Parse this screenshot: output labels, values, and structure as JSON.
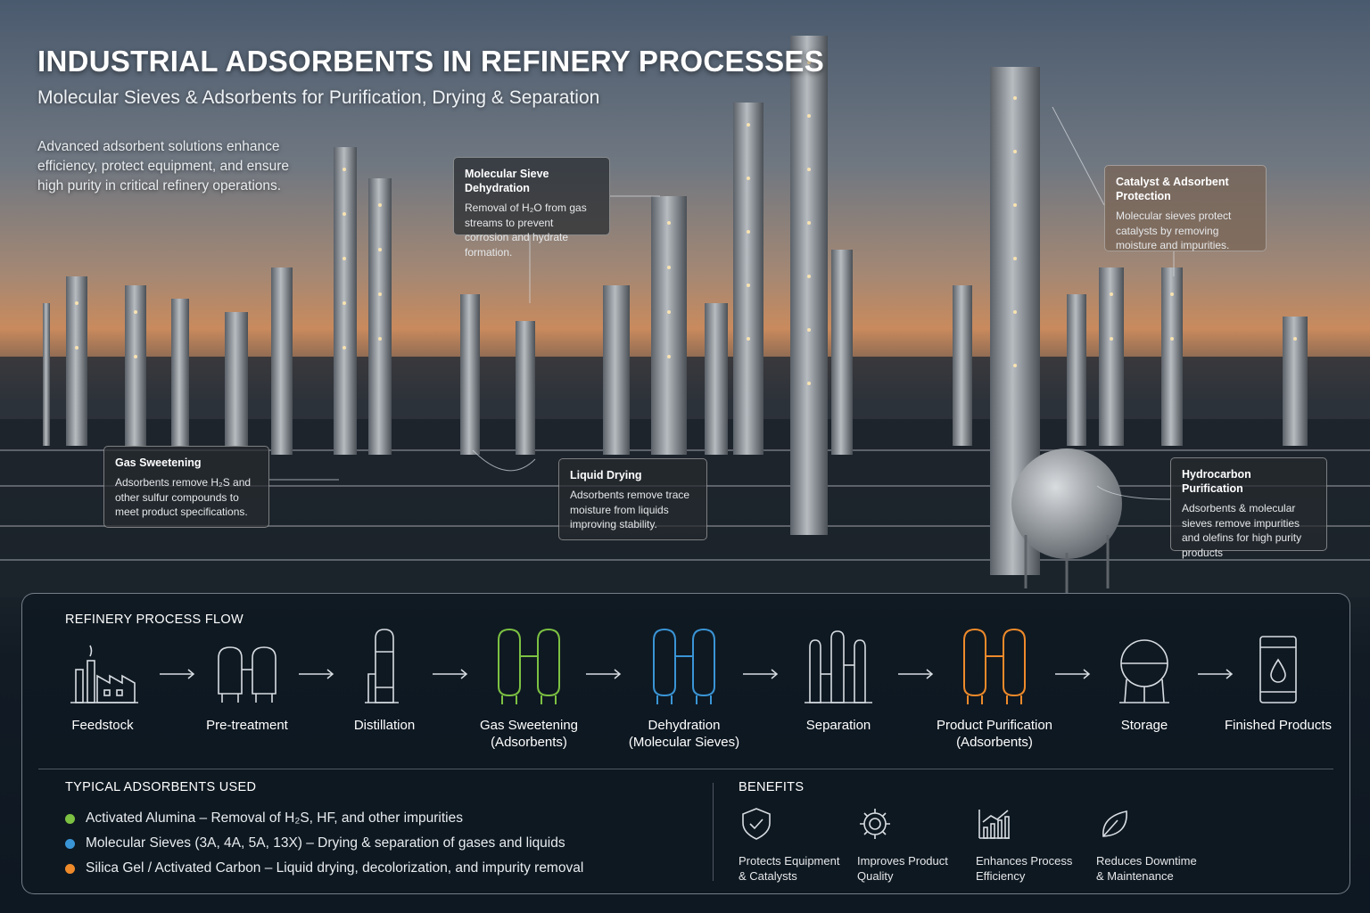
{
  "header": {
    "title": "INDUSTRIAL ADSORBENTS IN REFINERY PROCESSES",
    "subtitle": "Molecular Sieves & Adsorbents for Purification, Drying & Separation",
    "intro": "Advanced adsorbent solutions enhance efficiency, protect equipment, and ensure high purity in critical refinery operations."
  },
  "callouts": {
    "dehydration": {
      "title": "Molecular Sieve Dehydration",
      "text": "Removal of H₂O from gas streams to prevent corrosion and hydrate formation."
    },
    "catalyst": {
      "title": "Catalyst & Adsorbent Protection",
      "text": "Molecular sieves protect catalysts by removing moisture and impurities."
    },
    "sweetening": {
      "title": "Gas Sweetening",
      "text": "Adsorbents remove H₂S and other sulfur compounds to meet product specifications."
    },
    "liquid": {
      "title": "Liquid Drying",
      "text": "Adsorbents remove trace moisture from liquids improving stability."
    },
    "hydrocarbon": {
      "title": "Hydrocarbon Purification",
      "text": "Adsorbents & molecular sieves remove impurities and olefins for high purity products"
    }
  },
  "flow": {
    "title": "REFINERY PROCESS FLOW",
    "steps": [
      {
        "label": "Feedstock",
        "icon": "factory-icon"
      },
      {
        "label": "Pre-treatment",
        "icon": "twin-tank-icon"
      },
      {
        "label": "Distillation",
        "icon": "distillation-column-icon"
      },
      {
        "label": "Gas Sweetening\n(Adsorbents)",
        "icon": "adsorber-green-icon"
      },
      {
        "label": "Dehydration\n(Molecular Sieves)",
        "icon": "adsorber-blue-icon"
      },
      {
        "label": "Separation",
        "icon": "columns-icon"
      },
      {
        "label": "Product Purification\n(Adsorbents)",
        "icon": "adsorber-orange-icon"
      },
      {
        "label": "Storage",
        "icon": "storage-sphere-icon"
      },
      {
        "label": "Finished Products",
        "icon": "oil-drum-icon"
      }
    ]
  },
  "adsorbents": {
    "title": "TYPICAL ADSORBENTS USED",
    "items": [
      {
        "text": "Activated Alumina – Removal of H₂S, HF, and other impurities",
        "color": "#7cc142"
      },
      {
        "text": "Molecular Sieves (3A, 4A, 5A, 13X) – Drying & separation of gases and liquids",
        "color": "#3a95d6"
      },
      {
        "text": "Silica Gel / Activated Carbon – Liquid drying, decolorization, and impurity removal",
        "color": "#ee8a2a"
      }
    ]
  },
  "benefits": {
    "title": "BENEFITS",
    "items": [
      {
        "label": "Protects Equipment\n& Catalysts",
        "icon": "shield-icon"
      },
      {
        "label": "Improves Product\nQuality",
        "icon": "gear-icon"
      },
      {
        "label": "Enhances Process\nEfficiency",
        "icon": "growth-chart-icon"
      },
      {
        "label": "Reduces Downtime\n& Maintenance",
        "icon": "leaf-icon"
      }
    ]
  },
  "colors": {
    "green": "#7cc142",
    "blue": "#3a95d6",
    "orange": "#ee8a2a",
    "line": "#d8dde2"
  }
}
